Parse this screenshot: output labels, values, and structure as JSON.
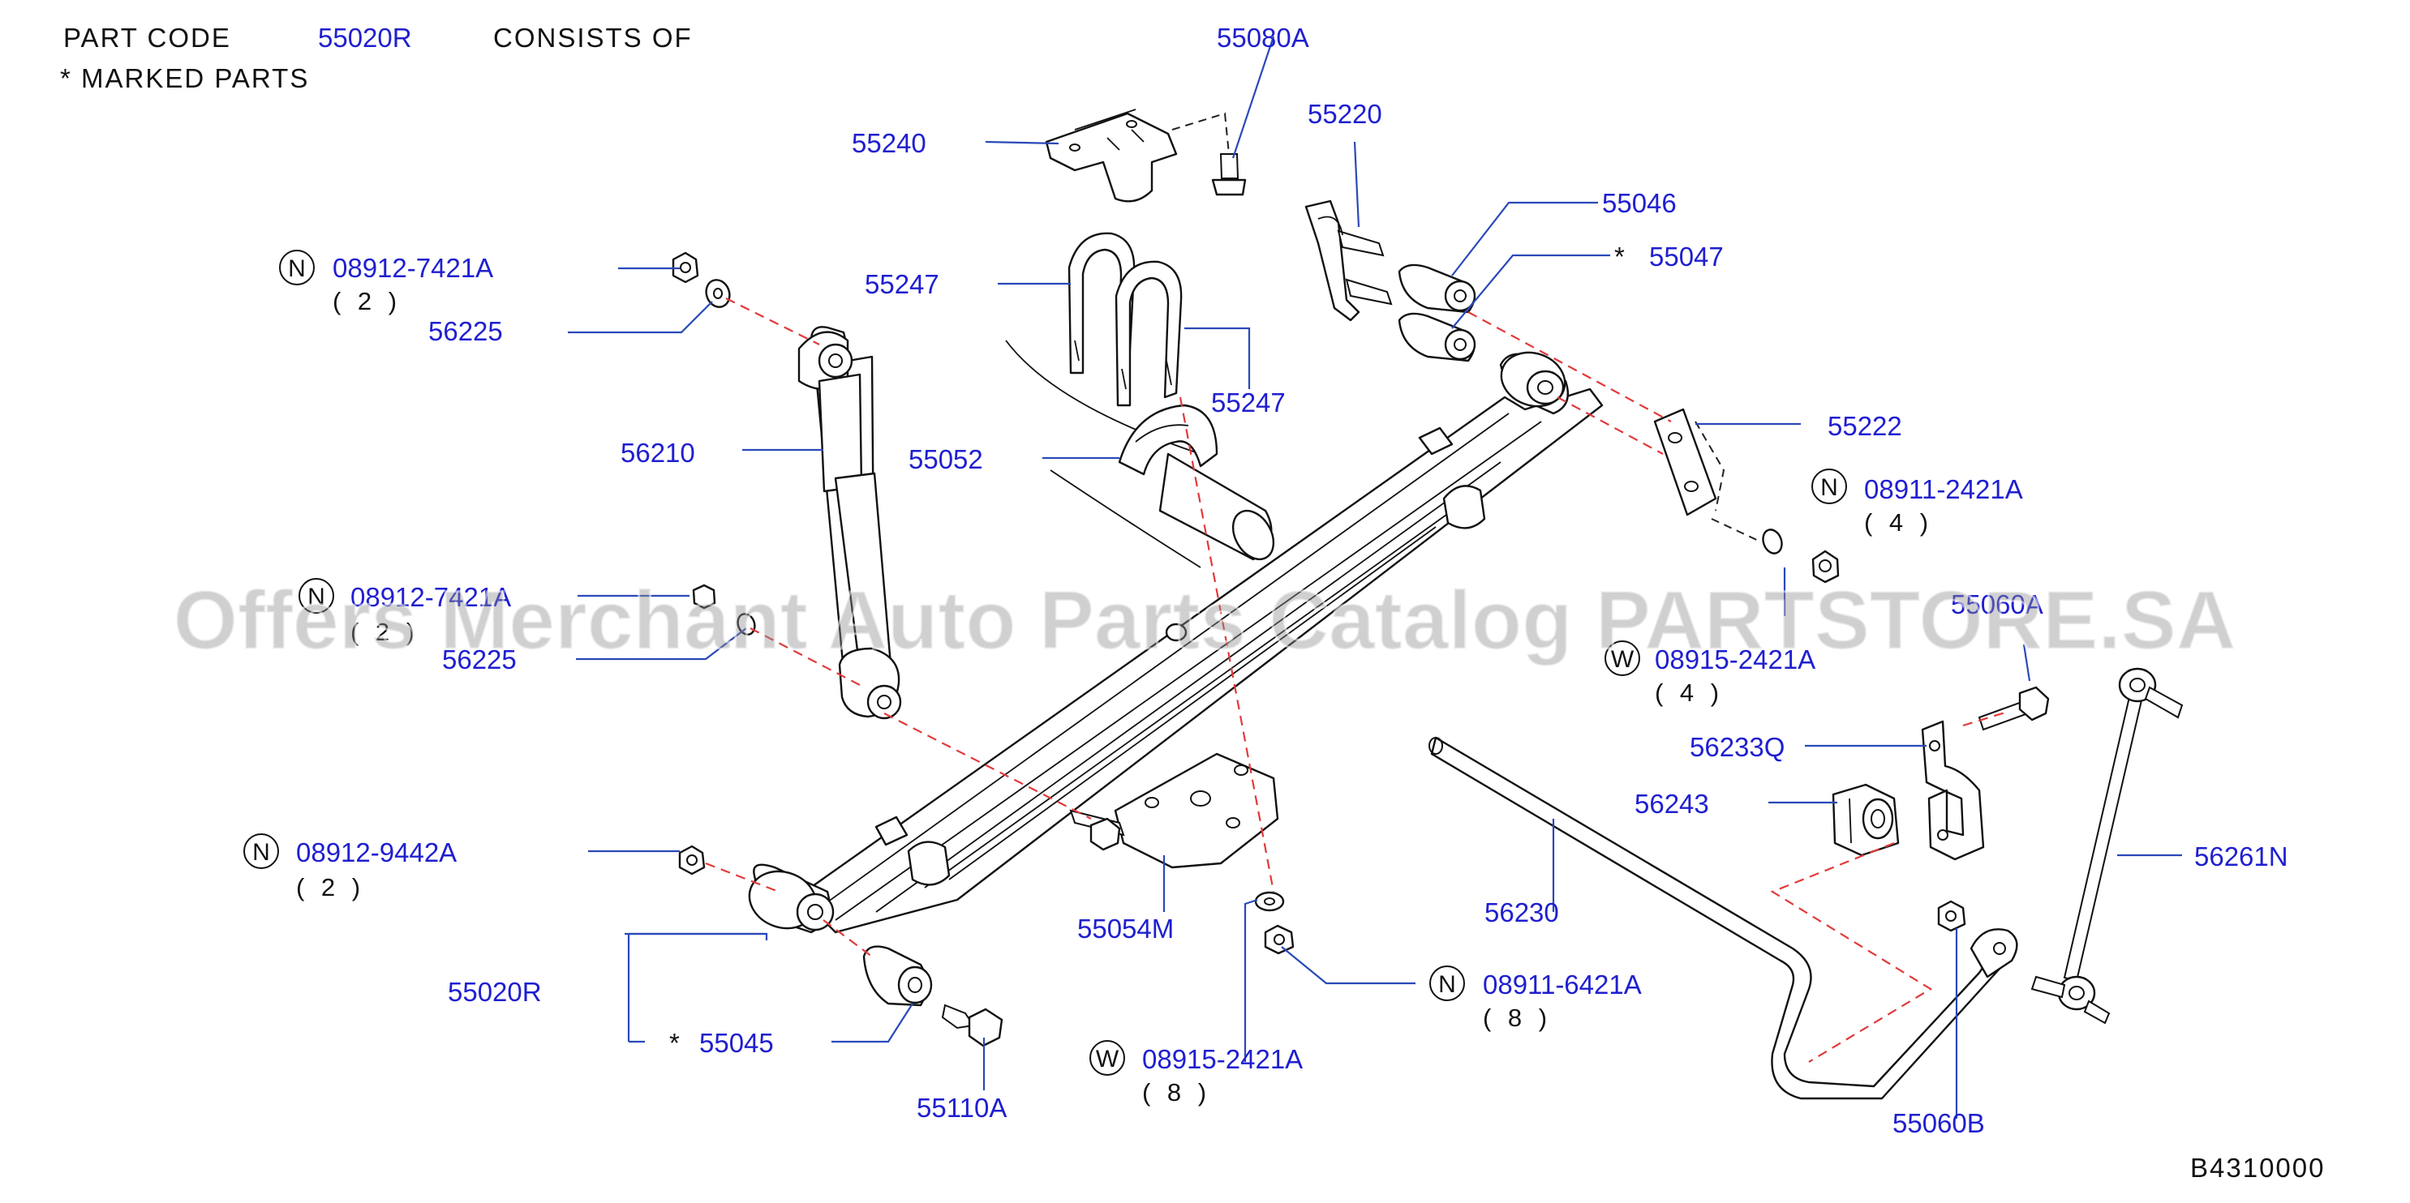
{
  "header": {
    "line1_prefix": "PART  CODE",
    "line1_code": "55020R",
    "line1_suffix": "CONSISTS  OF",
    "line2": "*  MARKED  PARTS"
  },
  "watermark": "Offers Merchant Auto Parts Catalog PARTSTORE.SA",
  "figure_code": "B4310000",
  "symbols": {
    "nut": "N",
    "washer": "W"
  },
  "labels": {
    "p55080A": "55080A",
    "p55240": "55240",
    "p55220": "55220",
    "p55046": "55046",
    "p55047": "55047",
    "p08912_7421A_top": "08912-7421A",
    "p08912_7421A_top_qty": "( 2 )",
    "p56225_top": "56225",
    "p55247_left": "55247",
    "p55247_right": "55247",
    "p55222": "55222",
    "p56210": "56210",
    "p55052": "55052",
    "p08911_2421A": "08911-2421A",
    "p08911_2421A_qty": "( 4 )",
    "p08912_7421A_mid": "08912-7421A",
    "p08912_7421A_mid_qty": "( 2 )",
    "p55060A": "55060A",
    "p56225_mid": "56225",
    "p08915_2421A_right": "08915-2421A",
    "p08915_2421A_right_qty": "( 4 )",
    "p56233Q": "56233Q",
    "p56243": "56243",
    "p08912_9442A": "08912-9442A",
    "p08912_9442A_qty": "( 2 )",
    "p56261N": "56261N",
    "p55054M": "55054M",
    "p56230": "56230",
    "p55020R": "55020R",
    "p08911_6421A": "08911-6421A",
    "p08911_6421A_qty": "( 8 )",
    "p55045": "55045",
    "p08915_2421A_bottom": "08915-2421A",
    "p08915_2421A_bottom_qty": "( 8 )",
    "p55110A": "55110A",
    "p55060B": "55060B",
    "star": "*"
  }
}
